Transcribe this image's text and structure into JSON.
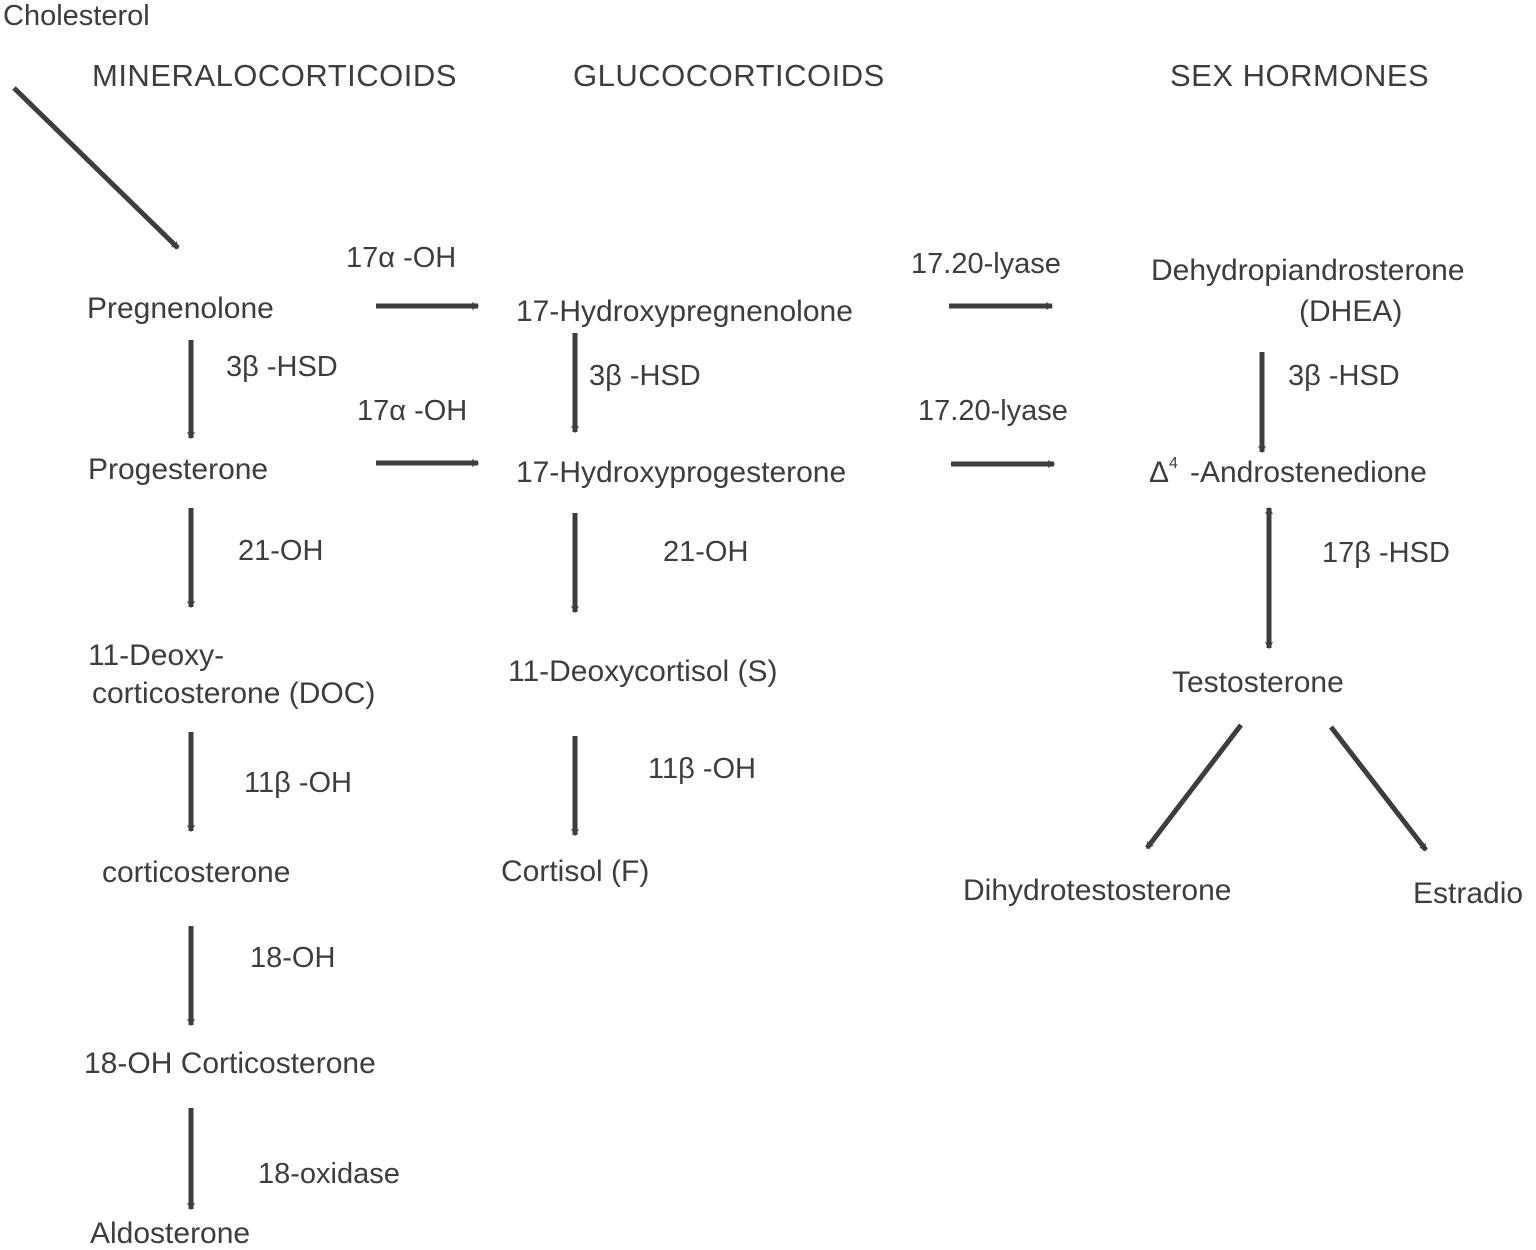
{
  "colors": {
    "ink": "#3d3d3d",
    "background": "#ffffff"
  },
  "start": "Cholesterol",
  "headers": {
    "mineralocorticoids": "MINERALOCORTICOIDS",
    "glucocorticoids": "GLUCOCORTICOIDS",
    "sex_hormones": "SEX HORMONES"
  },
  "compounds": {
    "pregnenolone": "Pregnenolone",
    "progesterone": "Progesterone",
    "doc_line1": "11-Deoxy-",
    "doc_line2": "corticosterone (DOC)",
    "corticosterone": "corticosterone",
    "oh18_corticosterone": "18-OH Corticosterone",
    "aldosterone": "Aldosterone",
    "hydroxypregnenolone17": "17-Hydroxypregnenolone",
    "hydroxyprogesterone17": "17-Hydroxyprogesterone",
    "deoxycortisol11": "11-Deoxycortisol (S)",
    "cortisol": "Cortisol (F)",
    "dhea_line1": "Dehydropiandrosterone",
    "dhea_line2": "(DHEA)",
    "androstenedione_delta": "Δ",
    "androstenedione_sup": "4",
    "androstenedione_name": "-Androstenedione",
    "testosterone": "Testosterone",
    "dihydrotestosterone": "Dihydrotestosterone",
    "estradiol": "Estradio"
  },
  "enzymes": {
    "oh17a_top": "17α -OH",
    "oh17a_mid": "17α -OH",
    "hsd3b_left": "3β -HSD",
    "hsd3b_mid": "3β -HSD",
    "hsd3b_right": "3β -HSD",
    "oh21_left": "21-OH",
    "oh21_mid": "21-OH",
    "oh11b_left": "11β -OH",
    "oh11b_mid": "11β -OH",
    "oh18": "18-OH",
    "oxidase18": "18-oxidase",
    "lyase_top": "17.20-lyase",
    "lyase_mid": "17.20-lyase",
    "hsd17b": "17β -HSD"
  }
}
